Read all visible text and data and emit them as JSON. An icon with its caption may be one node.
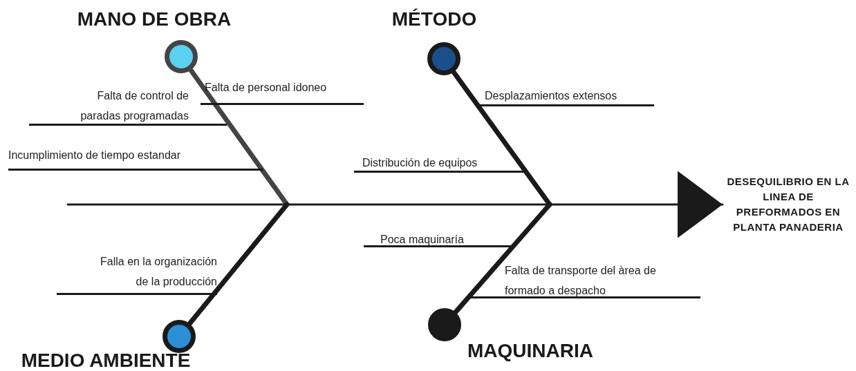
{
  "diagram": {
    "nodes": [
      {
        "text": [
          "MANO DE OBRA"
        ]
      },
      {
        "text": [
          "MÉTODO"
        ]
      },
      {
        "text": [
          "MEDIO AMBIENTE"
        ]
      },
      {
        "text": [
          "MAQUINARIA"
        ]
      },
      {
        "text": [
          "DESEQUILIBRIO EN LA LINEA DE PREFORMADOS EN PLANTA PANADERIA"
        ]
      }
    ],
    "edges": [
      {
        "from": 0,
        "to": null,
        "arrow": "none",
        "color": "#444444"
      },
      {
        "from": 1,
        "to": null,
        "arrow": "none"
      },
      {
        "from": 2,
        "to": null,
        "arrow": "none"
      },
      {
        "from": 3,
        "to": null,
        "arrow": "none"
      },
      {
        "from": null,
        "to": 4,
        "arrow": "to"
      }
    ],
    "labels": [
      "Falta de personal idoneo",
      "Falta de control de paradas programadas",
      "Incumplimiento de tiempo estandar",
      "Desplazamientos extensos",
      "Distribución de equipos",
      "Poca maquinaría",
      "Falta de transporte del àrea de formado a despacho",
      "Falla en la organización de la producción"
    ]
  }
}
